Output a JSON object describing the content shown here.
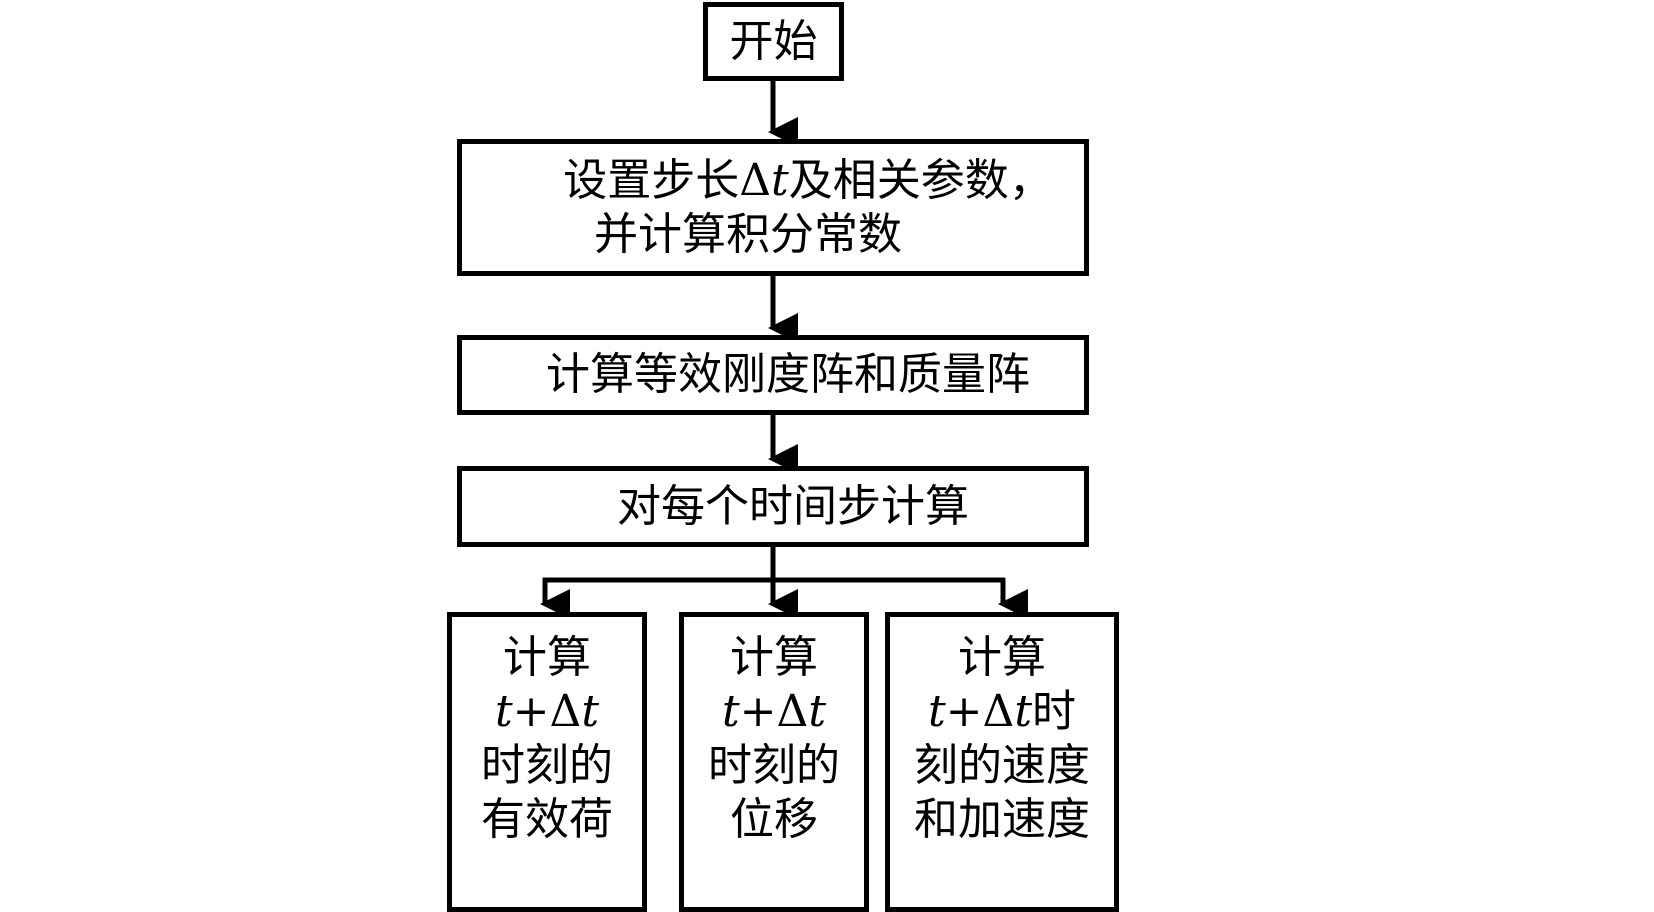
{
  "diagram": {
    "type": "flowchart",
    "nodes": [
      {
        "id": "start",
        "lines": [
          "开始"
        ]
      },
      {
        "id": "setup",
        "lines": [
          [
            "设置步长",
            "Δ",
            "t",
            "及相关参数，"
          ],
          "并计算积分常数"
        ]
      },
      {
        "id": "matrix",
        "lines": [
          "计算等效刚度阵和质量阵"
        ]
      },
      {
        "id": "loop",
        "lines": [
          "对每个时间步计算"
        ]
      },
      {
        "id": "load",
        "lines": [
          "计算",
          "t+Δt",
          "时刻的",
          "有效荷"
        ]
      },
      {
        "id": "disp",
        "lines": [
          "计算",
          "t+Δt",
          "时刻的",
          "位移"
        ]
      },
      {
        "id": "vel",
        "lines": [
          "计算",
          "t+Δt时",
          "刻的速度",
          "和加速度"
        ]
      }
    ],
    "edges": [
      [
        "start",
        "setup"
      ],
      [
        "setup",
        "matrix"
      ],
      [
        "matrix",
        "loop"
      ],
      [
        "loop",
        "load"
      ],
      [
        "loop",
        "disp"
      ],
      [
        "loop",
        "vel"
      ]
    ]
  },
  "text": {
    "start": "开始",
    "setup_line1_a": "设置步长",
    "setup_delta": "Δ",
    "setup_t": "t",
    "setup_line1_b": "及相关参数，",
    "setup_line2": "并计算积分常数",
    "matrix": "计算等效刚度阵和质量阵",
    "loop": "对每个时间步计算",
    "load_l1": "计算",
    "load_t": "t",
    "load_plus": "+Δ",
    "load_t2": "t",
    "load_l3": "时刻的",
    "load_l4": "有效荷",
    "disp_l1": "计算",
    "disp_t": "t",
    "disp_plus": "+Δ",
    "disp_t2": "t",
    "disp_l3": "时刻的",
    "disp_l4": "位移",
    "vel_l1": "计算",
    "vel_t": "t",
    "vel_plus": "+Δ",
    "vel_t2": "t",
    "vel_shi": "时",
    "vel_l3": "刻的速度",
    "vel_l4": "和加速度"
  }
}
